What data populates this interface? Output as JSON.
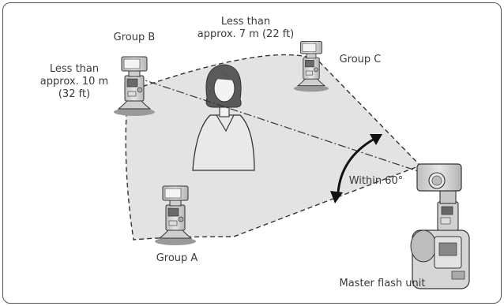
{
  "labels": {
    "group_b": "Group B",
    "group_c": "Group C",
    "group_a": "Group A",
    "distance_short_line1": "Less than",
    "distance_short_line2": "approx. 7 m (22 ft)",
    "distance_long_line1": "Less than",
    "distance_long_line2": "approx. 10 m",
    "distance_long_line3": "(32 ft)",
    "angle": "Within 60°",
    "master": "Master flash unit"
  },
  "icons": [
    "flash-unit-icon",
    "person-icon",
    "camera-icon",
    "double-arrow-icon"
  ],
  "colors": {
    "zone_fill": "#e3e3e3",
    "outline": "#333333",
    "text": "#3a3a3a",
    "flash_body": "#d4d4d4"
  }
}
